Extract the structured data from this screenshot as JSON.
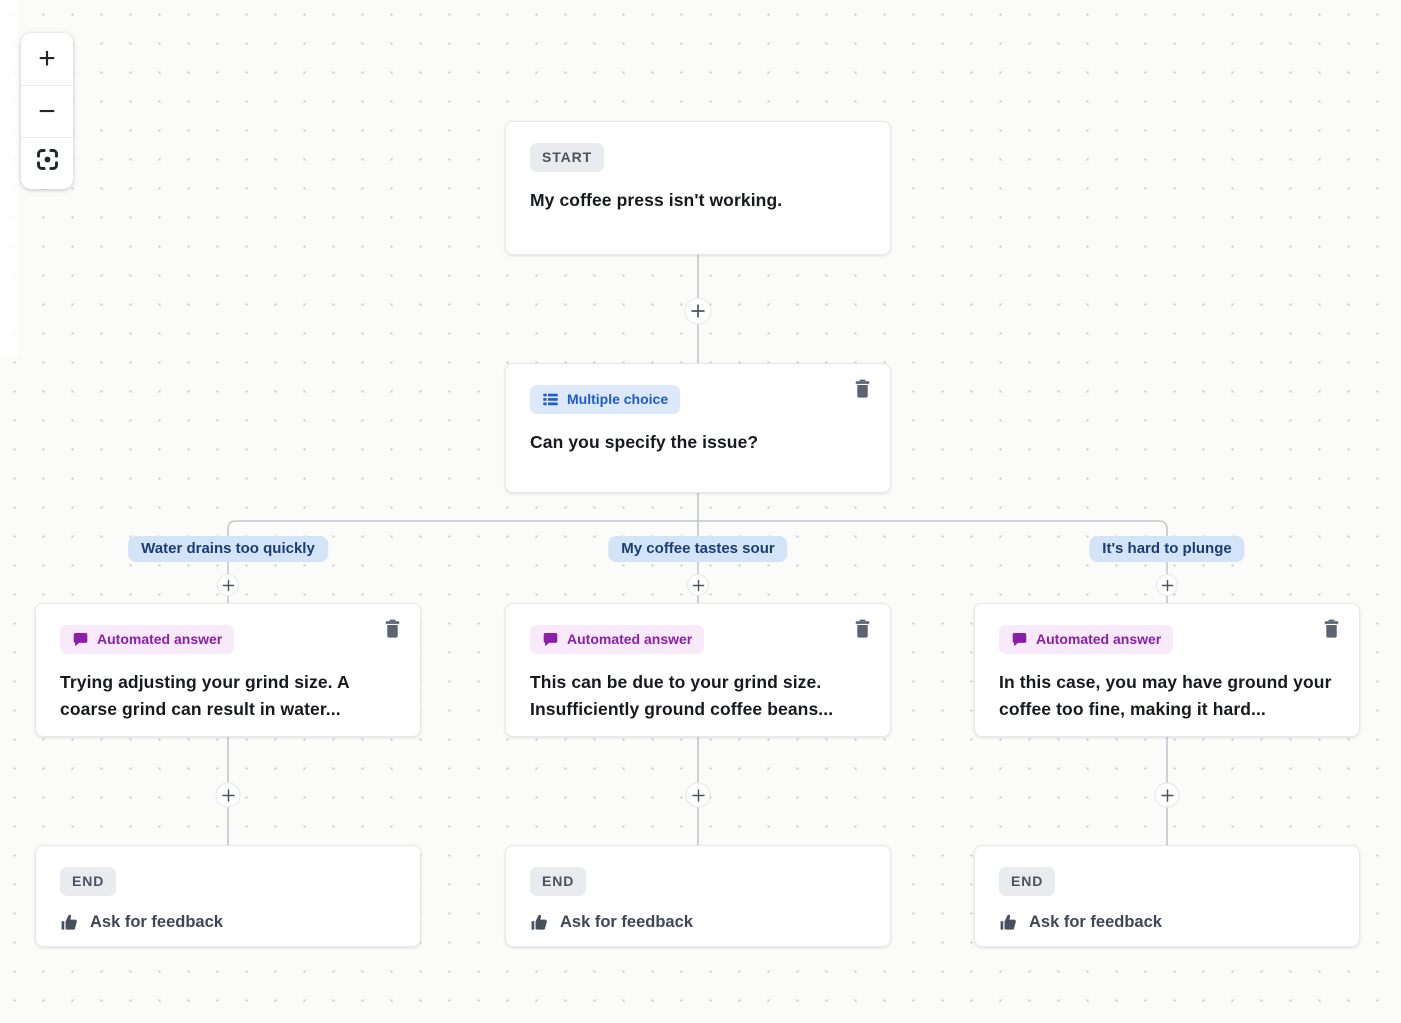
{
  "colors": {
    "canvas_bg": "#fbfbfa",
    "dot_grid": "#c9cacc",
    "connector": "#c3c7cc",
    "card_border": "#e7e8ec",
    "grey_badge_bg": "#e9ebef",
    "grey_badge_text": "#4b5362",
    "blue_badge_bg": "#dde9fb",
    "blue_badge_text": "#1d5bd0",
    "purple_badge_bg": "#f8e9fb",
    "purple_badge_text": "#8a1fa8",
    "branch_pill_bg": "#d3e3f8",
    "branch_pill_text": "#1a3e73"
  },
  "zoom_controls": {
    "zoom_in": {
      "icon": "plus-icon",
      "glyph": "+"
    },
    "zoom_out": {
      "icon": "minus-icon",
      "glyph": "−"
    },
    "fit_view": {
      "icon": "fit-view-icon"
    }
  },
  "flow": {
    "start": {
      "badge": "START",
      "title": "My coffee press isn't working."
    },
    "question": {
      "badge": "Multiple choice",
      "icon": "list-icon",
      "title": "Can you specify the issue?"
    },
    "branches": [
      {
        "label": "Water drains too quickly",
        "answer": {
          "badge": "Automated answer",
          "icon": "chat-bubble-icon",
          "text": "Trying adjusting your grind size. A coarse grind can result in water..."
        },
        "end": {
          "badge": "END",
          "icon": "thumbs-up-icon",
          "action": "Ask for feedback"
        }
      },
      {
        "label": "My coffee tastes sour",
        "answer": {
          "badge": "Automated answer",
          "icon": "chat-bubble-icon",
          "text": "This can be due to your grind size. Insufficiently ground coffee beans..."
        },
        "end": {
          "badge": "END",
          "icon": "thumbs-up-icon",
          "action": "Ask for feedback"
        }
      },
      {
        "label": "It's hard to plunge",
        "answer": {
          "badge": "Automated answer",
          "icon": "chat-bubble-icon",
          "text": "In this case, you may have ground your coffee too fine, making it hard..."
        },
        "end": {
          "badge": "END",
          "icon": "thumbs-up-icon",
          "action": "Ask for feedback"
        }
      }
    ]
  }
}
